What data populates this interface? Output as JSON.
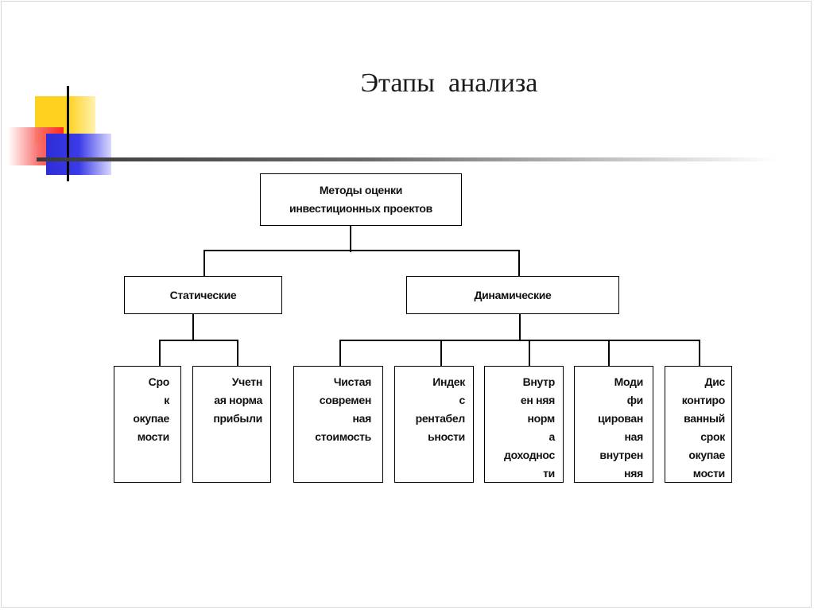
{
  "slide": {
    "title": "Этапы  анализа"
  },
  "diagram": {
    "root": "Методы оценки\nинвестиционных проектов",
    "groups": {
      "static": "Статические",
      "dynamic": "Динамические"
    },
    "leaves": {
      "payback": "Сро\nк\nокупае\nмости",
      "accounting_rate": "Учетн\nая норма\nприбыли",
      "npv": "Чистая\nсовремен\nная\nстоимость",
      "profitability_index": "Индек\nс\nрентабел\nьности",
      "irr": "Внутр\nен няя\nнорм\nа\nдоходнос\nти",
      "mirr": "Моди\nфи\nцирован\nная\nвнутрен\nняя",
      "discounted_payback": "Дис\nконтиро\nванный\nсрок\nокупае\nмости"
    }
  }
}
